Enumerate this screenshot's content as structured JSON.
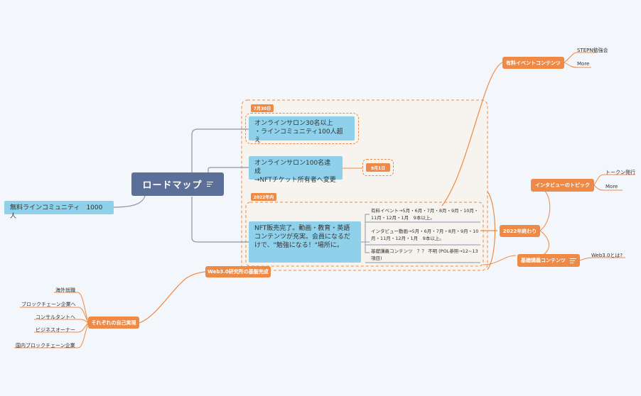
{
  "root": {
    "label": "ロードマップ",
    "icon": "menu-lines-icon"
  },
  "left_node": "無料ラインコミュニティ　1000人",
  "tag_july": "7月30日",
  "tag_sep": "9月1日",
  "tag_2022": "2022年内",
  "node_salon30": "オンラインサロン30名以上\n・ラインコミュニティ100人超え",
  "node_salon100": "オンラインサロン100名達成\n→NFTチケット所有者へ変更",
  "node_nft": "NFT販売完了。動画・教育・英語コンテンツが充実。会員になるだけで、\"勉強になる！\"場所に。",
  "detail_rows": [
    "有料イベント→5月・6月・7月・8月・9月・10月・11月・12月・1月　9本以上。",
    "インタビュー動画→5月・6月・7月・8月・9月・10月・11月・12月・1月　9本以上。",
    "基礎講義コンテンツ　？？ 不明 (POL参照→12~13項目)"
  ],
  "right": {
    "paid_event": "有料イベントコンテンツ",
    "paid_leaves": [
      "STEPN勉強会",
      "More"
    ],
    "interview_topic": "インタビューのトピック",
    "interview_leaves": [
      "トークン発行",
      "More"
    ],
    "end_2022": "2022年終わり",
    "basic_content": "基礎講義コンテンツ",
    "basic_leaf": "Web3.0とは?"
  },
  "web3_node": "Web3.0研究所の基盤完成",
  "self_node": "それぞれの自己実現",
  "self_leaves": [
    "海外就職",
    "ブロックチェーン企業へ",
    "コンサルタントへ",
    "ビジネスオーナー",
    "国内ブロックチェーン企業"
  ],
  "colors": {
    "root": "#5b6f99",
    "blue": "#8fd1ea",
    "orange": "#ee8a45",
    "line_gray": "#8a96a8",
    "bg": "#f3f7fb"
  }
}
